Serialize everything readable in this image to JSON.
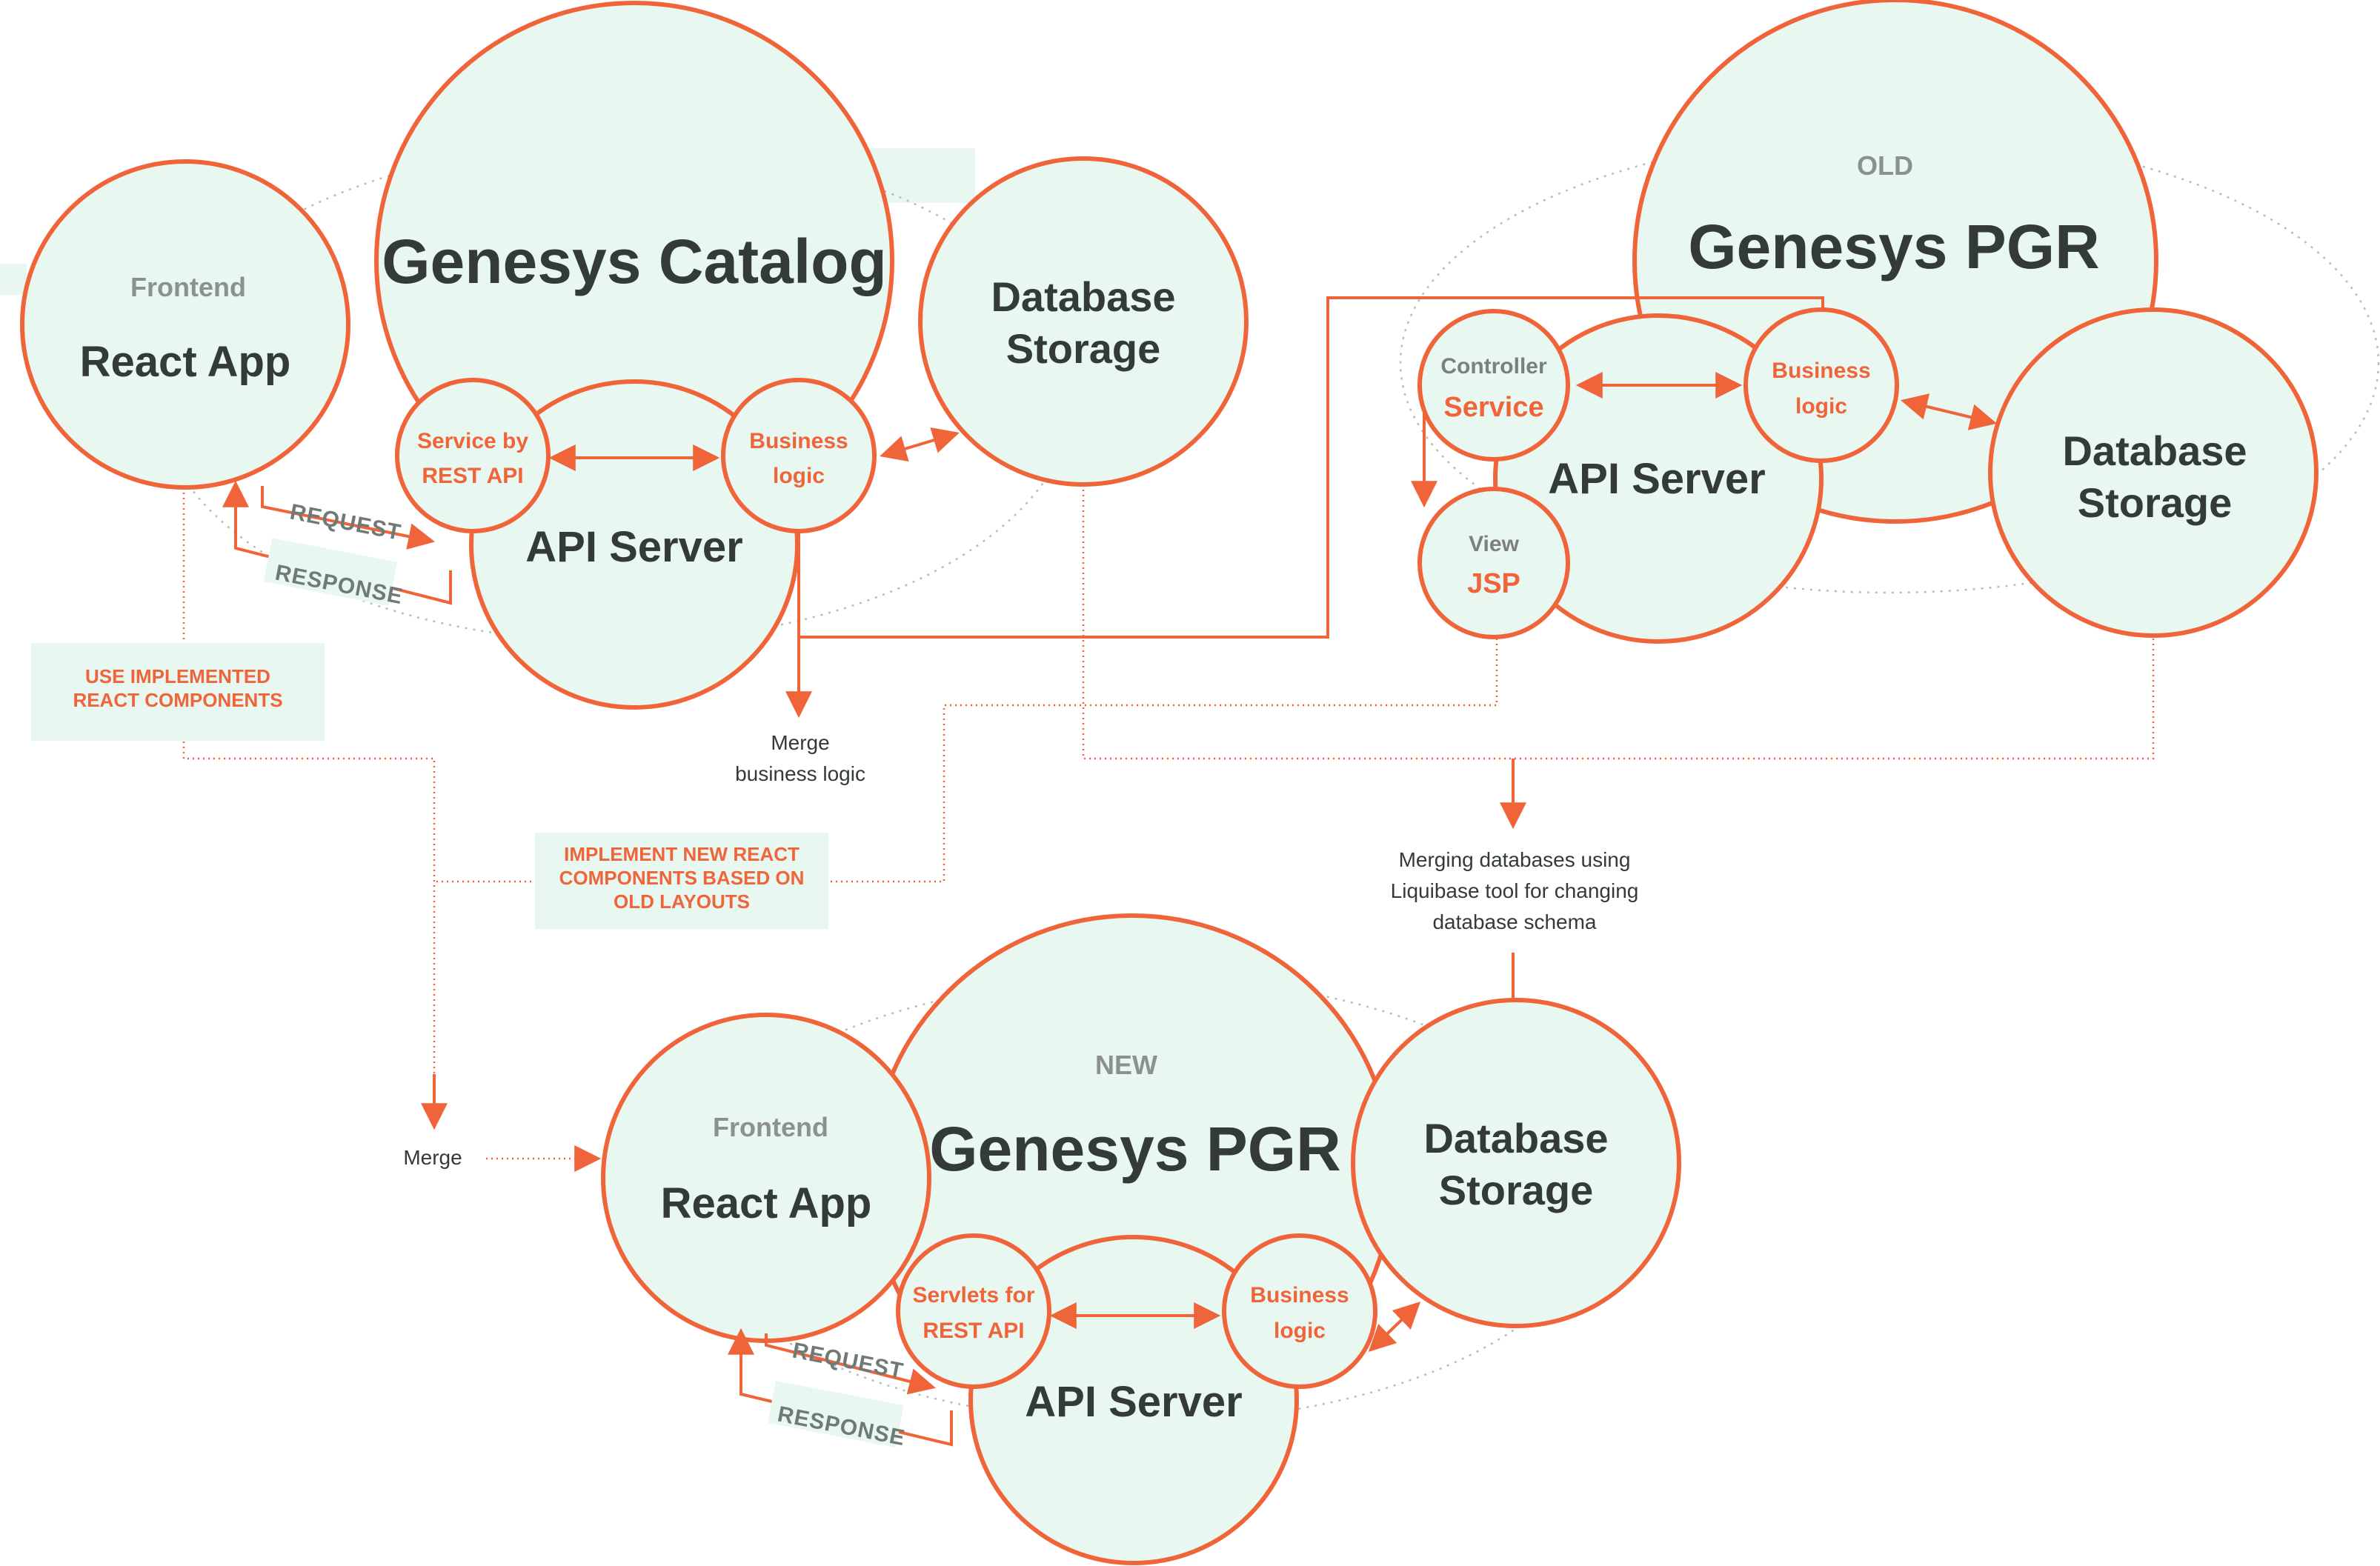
{
  "catalog": {
    "title": "Genesys Catalog",
    "frontend_label": "Frontend",
    "react_app": "React App",
    "api_server": "API Server",
    "service_line1": "Service by",
    "service_line2": "REST API",
    "business_line1": "Business",
    "business_line2": "logic",
    "db_line1": "Database",
    "db_line2": "Storage",
    "request": "REQUEST",
    "response": "RESPONSE"
  },
  "old_pgr": {
    "tag": "OLD",
    "title": "Genesys PGR",
    "api_server": "API Server",
    "controller_label": "Controller",
    "controller_value": "Service",
    "view_label": "View",
    "view_value": "JSP",
    "business_line1": "Business",
    "business_line2": "logic",
    "db_line1": "Database",
    "db_line2": "Storage"
  },
  "new_pgr": {
    "tag": "NEW",
    "title": "Genesys PGR",
    "frontend_label": "Frontend",
    "react_app": "React App",
    "api_server": "API Server",
    "servlets_line1": "Servlets for",
    "servlets_line2": "REST API",
    "business_line1": "Business",
    "business_line2": "logic",
    "db_line1": "Database",
    "db_line2": "Storage",
    "request": "REQUEST",
    "response": "RESPONSE"
  },
  "notes": {
    "use_components_line1": "USE IMPLEMENTED",
    "use_components_line2": "REACT COMPONENTS",
    "implement_line1": "IMPLEMENT NEW REACT",
    "implement_line2": "COMPONENTS BASED ON",
    "implement_line3": "OLD LAYOUTS",
    "merge_logic_line1": "Merge",
    "merge_logic_line2": "business logic",
    "merge_db_line1": "Merging databases using",
    "merge_db_line2": "Liquibase tool for changing",
    "merge_db_line3": "database schema",
    "merge": "Merge"
  },
  "colors": {
    "accent": "#f0643a",
    "circle_fill": "#e9f7f1",
    "text_dark": "#333a38",
    "text_gray": "#8c918f"
  }
}
